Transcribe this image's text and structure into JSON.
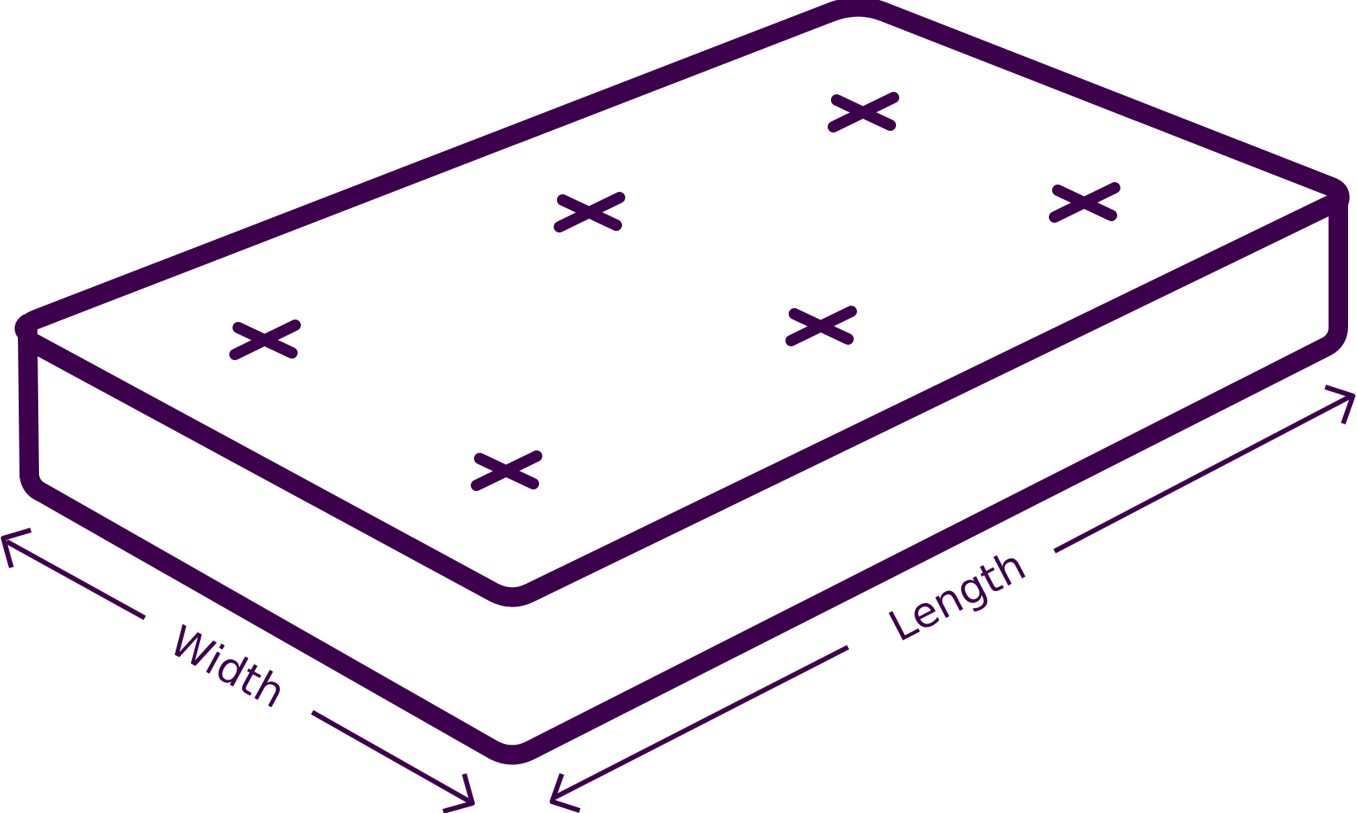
{
  "diagram": {
    "colors": {
      "stroke": "#3d004d",
      "background": "#ffffff"
    },
    "tufts": {
      "count": 6,
      "icon": "x-tuft-icon"
    },
    "dimensions": {
      "width_label": "Width",
      "length_label": "Length"
    }
  }
}
